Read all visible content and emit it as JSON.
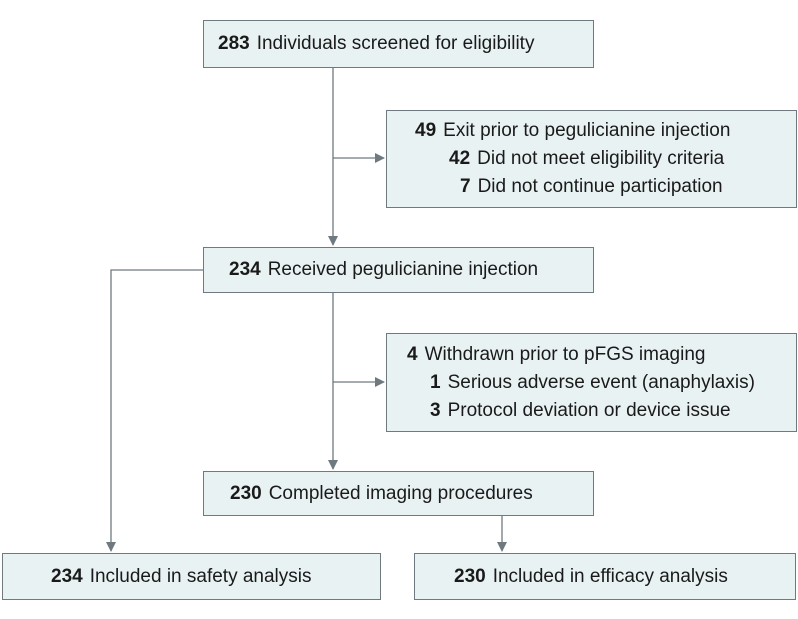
{
  "nodes": {
    "screened": {
      "count": "283",
      "label": "Individuals screened for eligibility"
    },
    "exit": {
      "count": "49",
      "label": "Exit prior to pegulicianine injection",
      "reasons": [
        {
          "count": "42",
          "label": "Did not meet eligibility criteria"
        },
        {
          "count": "7",
          "label": "Did not continue participation"
        }
      ]
    },
    "received": {
      "count": "234",
      "label": "Received pegulicianine injection"
    },
    "withdrawn": {
      "count": "4",
      "label": "Withdrawn prior to pFGS imaging",
      "reasons": [
        {
          "count": "1",
          "label": "Serious adverse event (anaphylaxis)"
        },
        {
          "count": "3",
          "label": "Protocol deviation or device issue"
        }
      ]
    },
    "completed": {
      "count": "230",
      "label": "Completed imaging procedures"
    },
    "safety": {
      "count": "234",
      "label": "Included in safety analysis"
    },
    "efficacy": {
      "count": "230",
      "label": "Included in efficacy analysis"
    }
  },
  "colors": {
    "box_fill": "#e9f2f3",
    "box_border": "#6f7a80",
    "connector": "#6f7a80"
  }
}
